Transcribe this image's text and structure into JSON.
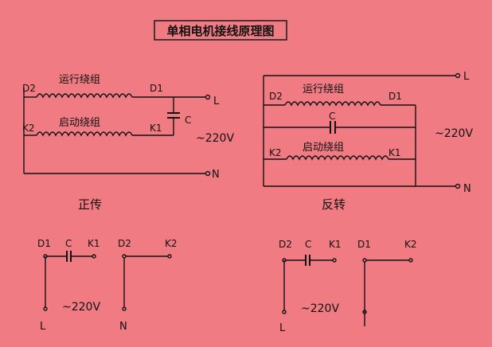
{
  "title": "单相电机接线原理图",
  "forward": {
    "caption": "正传",
    "run_winding": "运行绕组",
    "start_winding": "启动绕组",
    "d2": "D2",
    "d1": "D1",
    "k2": "K2",
    "k1": "K1",
    "cap": "C",
    "line": "L",
    "neutral": "N",
    "voltage": "~220V"
  },
  "reverse": {
    "caption": "反转",
    "run_winding": "运行绕组",
    "start_winding": "启动绕组",
    "d2": "D2",
    "d1": "D1",
    "k2": "K2",
    "k1": "K1",
    "cap": "C",
    "line": "L",
    "neutral": "N",
    "voltage": "~220V"
  },
  "forward_terminals": {
    "d1": "D1",
    "c": "C",
    "k1": "K1",
    "d2": "D2",
    "k2": "K2",
    "voltage": "~220V",
    "line": "L",
    "neutral": "N"
  },
  "reverse_terminals": {
    "d2": "D2",
    "c": "C",
    "k1": "K1",
    "d1": "D1",
    "k2": "K2",
    "voltage": "~220V",
    "line": "L"
  },
  "colors": {
    "background": "#f07b83",
    "ink": "#111111"
  }
}
